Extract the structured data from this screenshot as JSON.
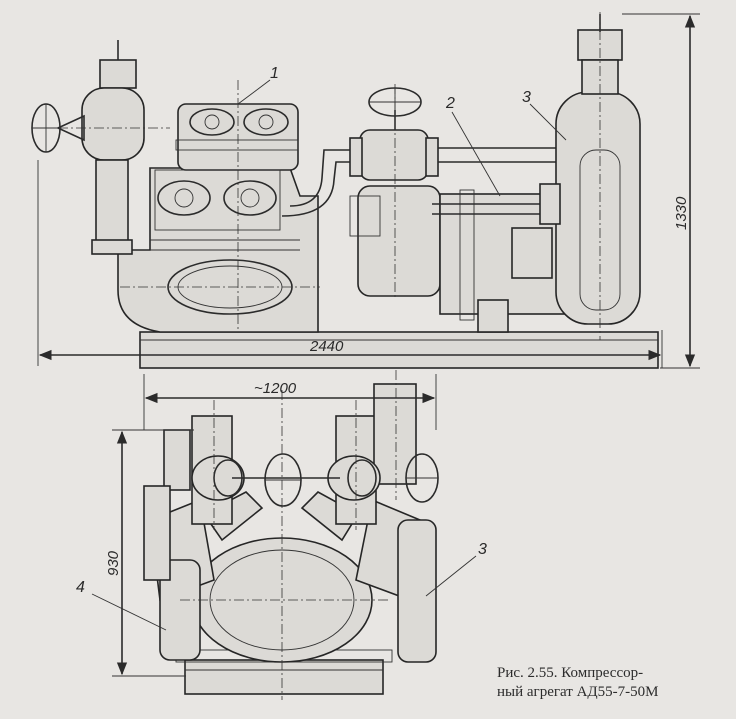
{
  "figure": {
    "caption_line1": "Рис. 2.55. Компрессор-",
    "caption_line2": "ный агрегат АД55-7-50М"
  },
  "dimensions": {
    "overall_length": "2440",
    "overall_height": "1330",
    "width": "~1200",
    "height_end_view": "930"
  },
  "callouts": {
    "compressor": "1",
    "motor": "2",
    "receiver": "3",
    "receiver_end_view": "3",
    "cooler_end_view": "4"
  }
}
